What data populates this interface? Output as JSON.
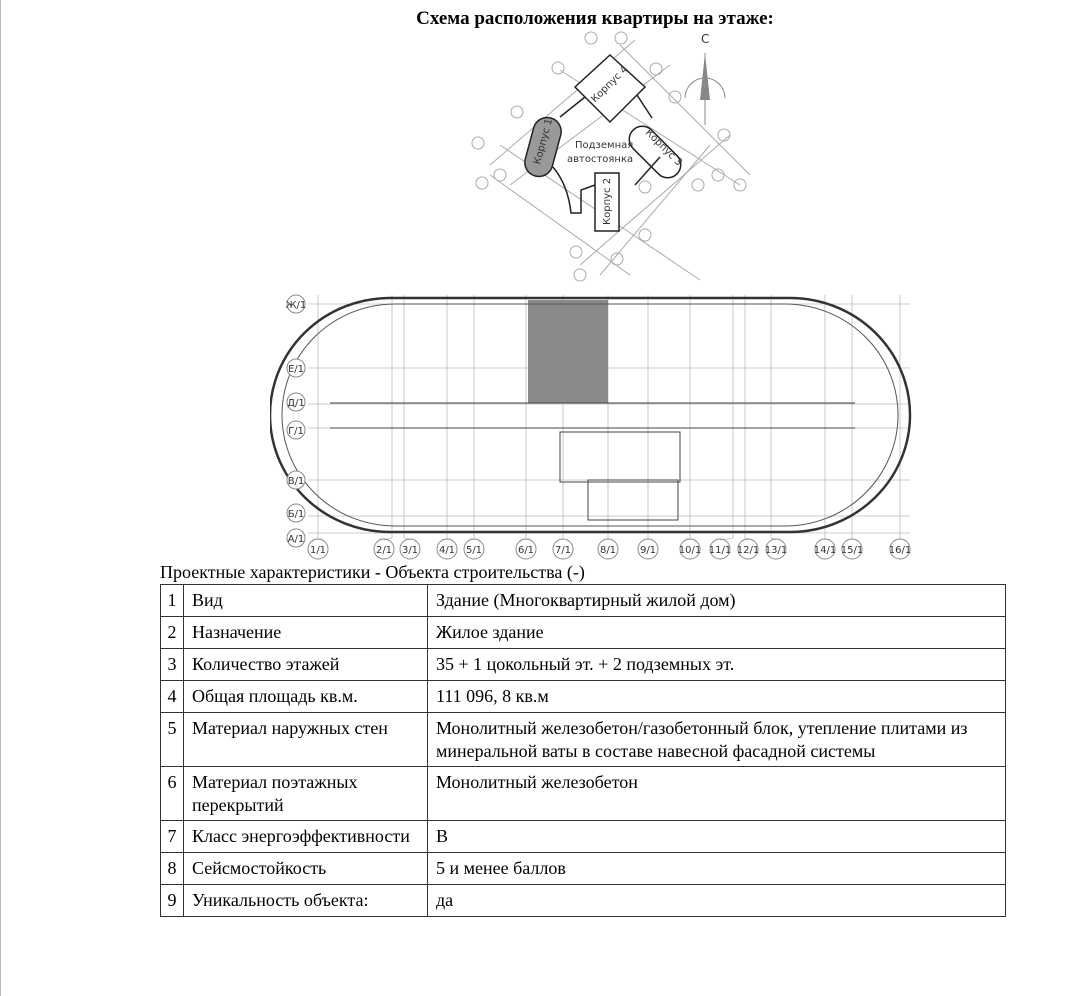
{
  "heading": "Схема расположения квартиры на этаже:",
  "site_plan": {
    "north": "С",
    "parking_line1": "Подземная",
    "parking_line2": "автостоянка",
    "buildings": [
      "Корпус 1",
      "Корпус 2",
      "Корпус 3",
      "Корпус 4"
    ]
  },
  "floor_plan": {
    "row_axes": [
      "Ж/1",
      "Е/1",
      "Д/1",
      "Г/1",
      "В/1",
      "Б/1",
      "А/1"
    ],
    "col_axes": [
      "1/1",
      "2/1",
      "3/1",
      "4/1",
      "5/1",
      "6/1",
      "7/1",
      "8/1",
      "9/1",
      "10/1",
      "11/1",
      "12/1",
      "13/1",
      "14/1",
      "15/1",
      "16/1"
    ],
    "highlight_color": "#8a8a8a"
  },
  "table_caption": "Проектные характеристики - Объекта строительства (-)",
  "rows": [
    {
      "n": "1",
      "key": "Вид",
      "value": "Здание (Многоквартирный жилой дом)"
    },
    {
      "n": "2",
      "key": "Назначение",
      "value": "Жилое здание"
    },
    {
      "n": "3",
      "key": "Количество этажей",
      "value": "35 + 1 цокольный эт. + 2 подземных эт."
    },
    {
      "n": "4",
      "key": "Общая площадь кв.м.",
      "value": "111 096, 8 кв.м"
    },
    {
      "n": "5",
      "key": "Материал наружных стен",
      "value": "Монолитный железобетон/газобетонный блок, утепление плитами из минеральной ваты в составе навесной фасадной системы"
    },
    {
      "n": "6",
      "key": "Материал поэтажных перекрытий",
      "value": "Монолитный железобетон"
    },
    {
      "n": "7",
      "key": "Класс энергоэффективности",
      "value": "В"
    },
    {
      "n": "8",
      "key": "Сейсмостойкость",
      "value": "5 и менее баллов"
    },
    {
      "n": "9",
      "key": "Уникальность объекта:",
      "value": "да"
    }
  ]
}
